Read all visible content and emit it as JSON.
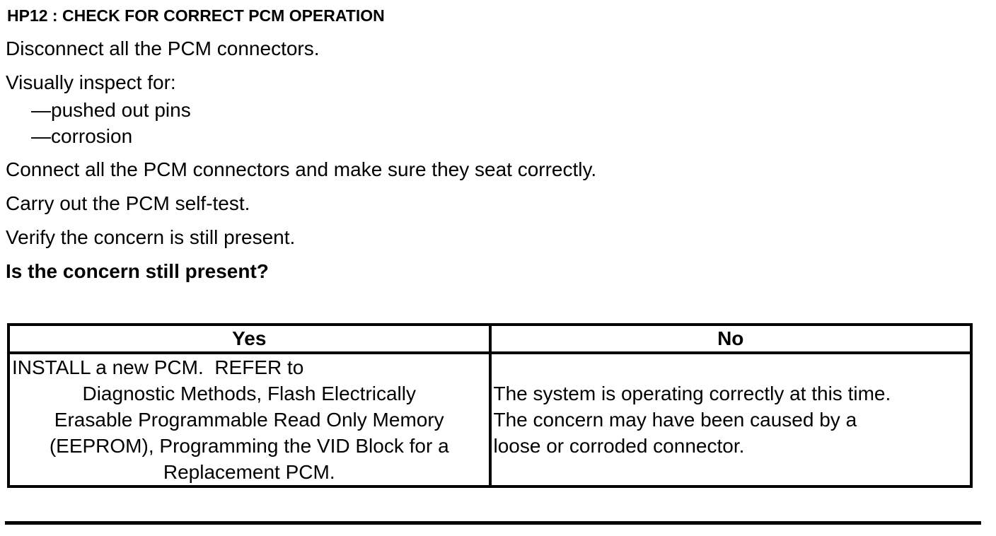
{
  "procedure": {
    "title": "HP12 : CHECK FOR CORRECT PCM OPERATION",
    "instructions": [
      "Disconnect all the PCM connectors.",
      "Visually inspect for:"
    ],
    "inspect_items": [
      "—pushed out pins",
      "—corrosion"
    ],
    "instructions2": [
      "Connect all the PCM connectors and make sure they seat correctly.",
      "Carry out the PCM self-test.",
      "Verify the concern is still present."
    ],
    "question": "Is the concern still present?",
    "results_table": {
      "yes_header": "Yes",
      "no_header": "No",
      "yes_lines": [
        "INSTALL a new PCM.  REFER to",
        "Diagnostic Methods, Flash Electrically",
        "Erasable Programmable Read Only Memory",
        "(EEPROM), Programming the VID Block for a",
        "Replacement PCM."
      ],
      "no_lines": [
        "The system is operating correctly at this time.",
        "The concern may have been caused by a",
        "loose or corroded connector."
      ]
    },
    "colors": {
      "text": "#000000",
      "background": "#ffffff",
      "border": "#000000"
    }
  }
}
